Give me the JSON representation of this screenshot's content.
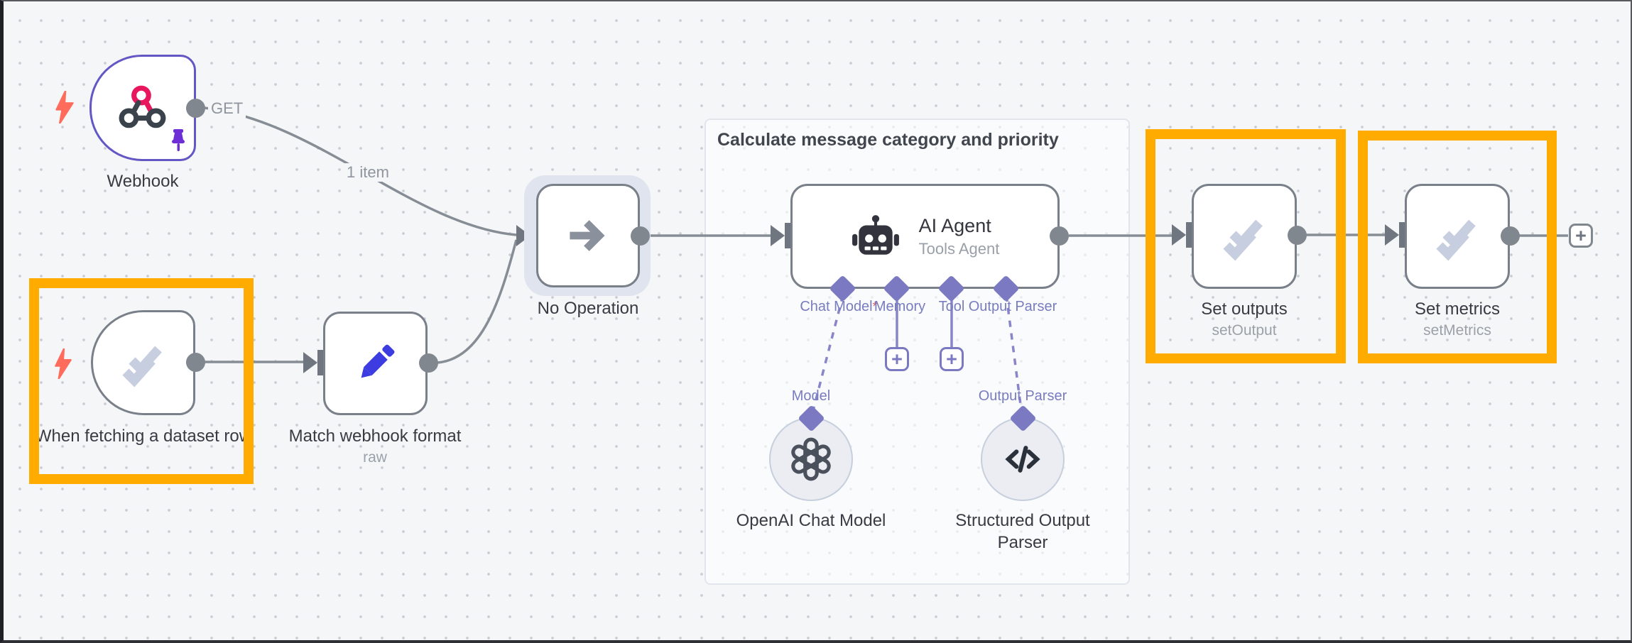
{
  "workflow": {
    "frame_title": "Calculate message category and priority",
    "connection_labels": {
      "webhook_method": "GET",
      "webhook_items": "1 item"
    },
    "nodes": {
      "webhook": {
        "label": "Webhook"
      },
      "when_fetching": {
        "label": "When fetching a dataset row"
      },
      "match_format": {
        "label": "Match webhook format",
        "subtitle": "raw"
      },
      "no_operation": {
        "label": "No Operation"
      },
      "ai_agent": {
        "label": "AI Agent",
        "subtitle": "Tools Agent",
        "connectors": {
          "chat_model": "Chat Model",
          "required_marker": "*",
          "memory": "Memory",
          "tool": "Tool",
          "output_parser": "Output Parser"
        },
        "add_button": "+"
      },
      "openai_model": {
        "label": "OpenAI Chat Model",
        "connector_label": "Model"
      },
      "structured_parser": {
        "label": "Structured Output Parser",
        "connector_label": "Output Parser"
      },
      "set_outputs": {
        "label": "Set outputs",
        "subtitle": "setOutput"
      },
      "set_metrics": {
        "label": "Set metrics",
        "subtitle": "setMetrics"
      }
    },
    "controls": {
      "add_node_button": "+"
    }
  },
  "icons": {
    "webhook": "webhook-knot",
    "trigger_bolt": "lightning-bolt",
    "pinned": "pushpin",
    "evaluation": "double-check",
    "edit": "pencil",
    "no_operation": "arrow-right",
    "ai_agent": "robot",
    "openai": "openai-logo",
    "structured_parser": "angle-brackets-slash",
    "add": "plus"
  },
  "colors": {
    "canvas_bg": "#f5f6f8",
    "highlight": "#FFAB00",
    "node_border": "#7a8089",
    "webhook_border_selected": "#6257c5",
    "connector_indigo": "#7b79c2",
    "edge_gray": "#878d95",
    "check_icon": "#c6cedf",
    "pencil_blue": "#3c3ce0",
    "bolt_red": "#ff6c5c",
    "pin_purple": "#6d2fd5",
    "webhook_pink": "#e8175d",
    "webhook_dark": "#3a434c"
  }
}
